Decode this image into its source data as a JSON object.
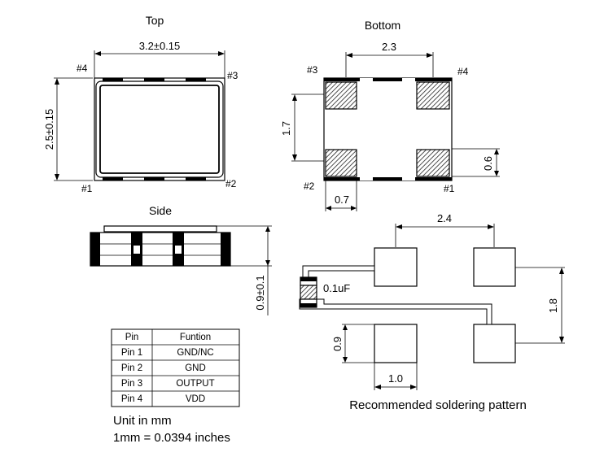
{
  "views": {
    "top": {
      "title": "Top",
      "width_dim": "3.2±0.15",
      "height_dim": "2.5±0.15",
      "pins": {
        "p1": "#1",
        "p2": "#2",
        "p3": "#3",
        "p4": "#4"
      }
    },
    "bottom": {
      "title": "Bottom",
      "pad_spacing_dim": "2.3",
      "pitch_dim": "1.7",
      "pad_height_dim": "0.6",
      "pad_width_dim": "0.7",
      "pins": {
        "p1": "#1",
        "p2": "#2",
        "p3": "#3",
        "p4": "#4"
      }
    },
    "side": {
      "title": "Side",
      "thickness_dim": "0.9±0.1"
    },
    "pattern": {
      "title": "Recommended soldering pattern",
      "h_spacing_dim": "2.4",
      "v_spacing_dim": "1.8",
      "pad_height_dim": "0.9",
      "pad_width_dim": "1.0",
      "capacitor_label": "0.1uF"
    }
  },
  "pin_table": {
    "headers": [
      "Pin",
      "Funtion"
    ],
    "rows": [
      [
        "Pin 1",
        "GND/NC"
      ],
      [
        "Pin 2",
        "GND"
      ],
      [
        "Pin 3",
        "OUTPUT"
      ],
      [
        "Pin 4",
        "VDD"
      ]
    ]
  },
  "units": {
    "line1": "Unit in mm",
    "line2": "1mm = 0.0394 inches"
  }
}
